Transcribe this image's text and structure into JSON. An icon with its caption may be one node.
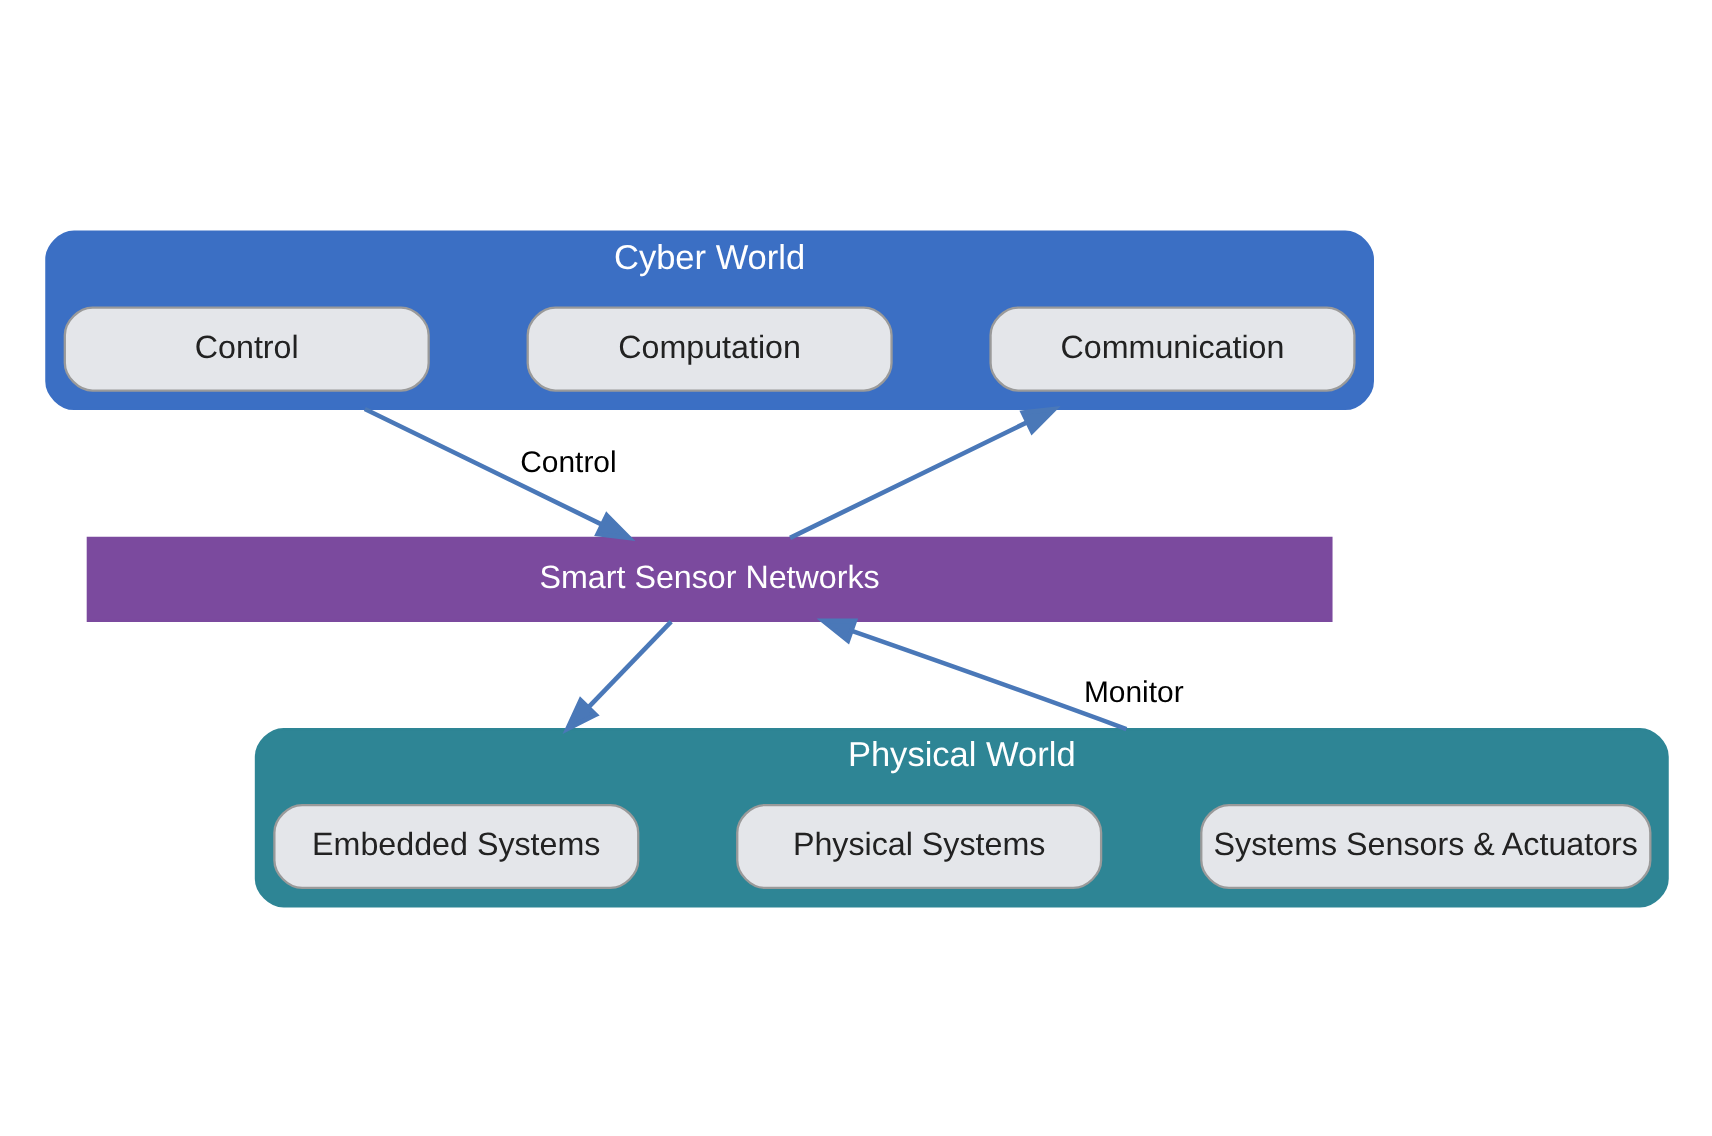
{
  "diagram": {
    "nodes": [
      {
        "text": [
          "Cyber World"
        ]
      },
      {
        "text": [
          "Control"
        ],
        "in": 0
      },
      {
        "text": [
          "Computation"
        ],
        "in": 0
      },
      {
        "text": [
          "Communication"
        ],
        "in": 0
      },
      {
        "text": [
          "Smart Sensor Networks"
        ]
      },
      {
        "text": [
          "Physical World"
        ]
      },
      {
        "text": [
          "Embedded Systems"
        ],
        "in": 5
      },
      {
        "text": [
          "Physical Systems"
        ],
        "in": 5
      },
      {
        "text": [
          "Systems Sensors & Actuators"
        ],
        "in": 5
      }
    ],
    "edges": [
      {
        "from": 0,
        "to": 4,
        "arrow": "to",
        "label": "Control"
      },
      {
        "from": 4,
        "to": 5,
        "arrow": "to"
      },
      {
        "from": 5,
        "to": 4,
        "arrow": "to",
        "label": "Monitor"
      },
      {
        "from": 4,
        "to": 0,
        "arrow": "to"
      }
    ]
  }
}
